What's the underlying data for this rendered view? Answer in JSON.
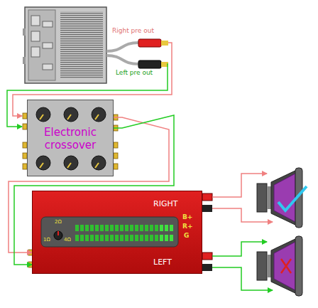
{
  "diagram": {
    "nodes": [
      {
        "text": [
          "Electronic crossover"
        ]
      },
      {
        "text": [
          "RIGHT",
          "B+",
          "R+",
          "G",
          "LEFT",
          "2Ω",
          "1Ω",
          "4Ω"
        ]
      }
    ],
    "edges": [
      {
        "from": 0,
        "to": 1,
        "arrow": "to"
      },
      {
        "from": 0,
        "to": 1,
        "arrow": "to"
      }
    ],
    "labels": [
      "Right pre out",
      "Left pre out"
    ]
  }
}
